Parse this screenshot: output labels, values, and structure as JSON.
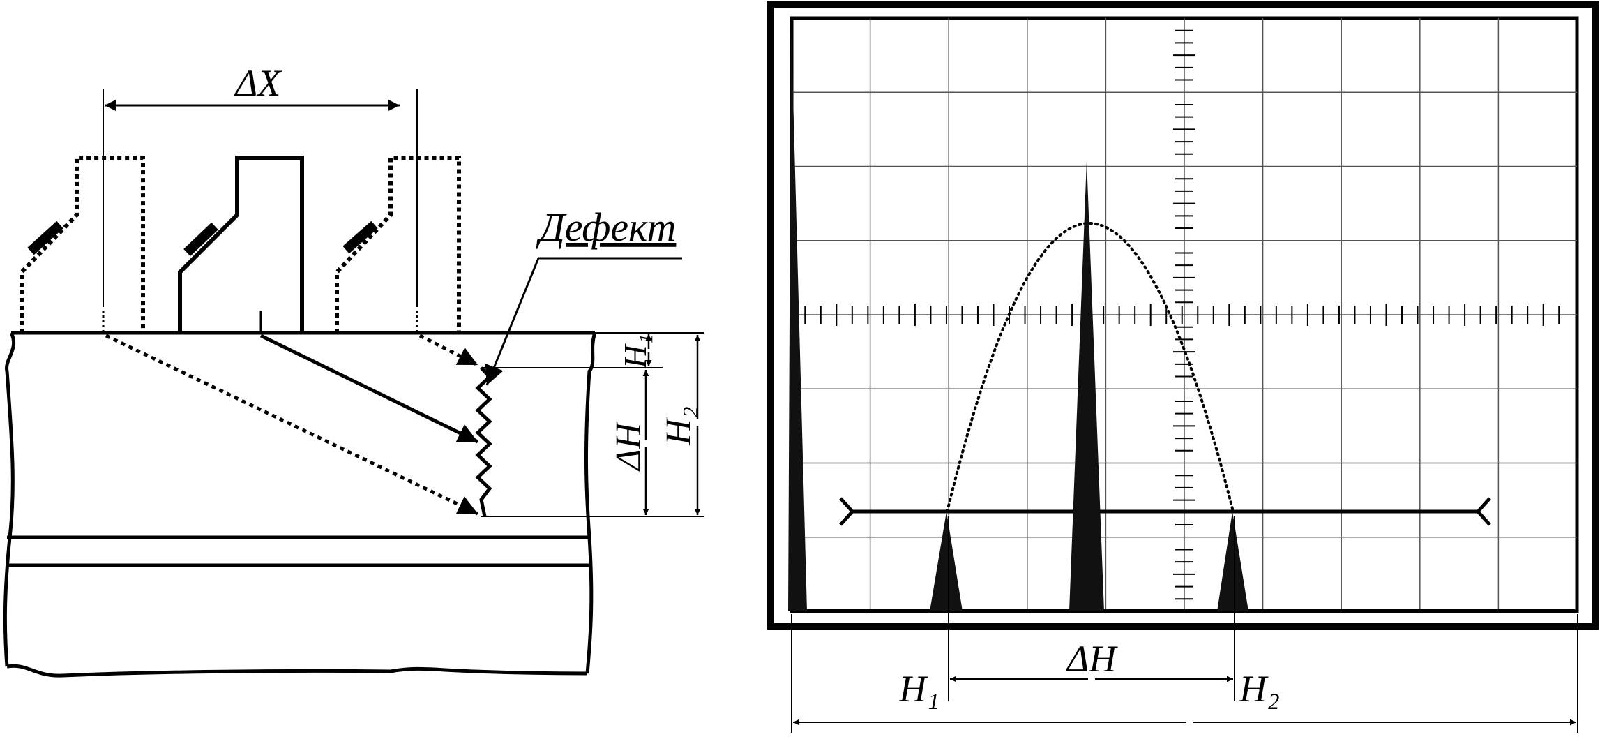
{
  "left_panel": {
    "delta_x_label": "ΔX",
    "defect_label": "Дефект",
    "h1_label": "H₁",
    "delta_h_label": "ΔH",
    "h2_label": "H₂"
  },
  "right_panel": {
    "h1_label": "H₁",
    "delta_h_label": "ΔH",
    "h2_label": "H₂"
  },
  "colors": {
    "ink": "#000000",
    "grid": "#555555",
    "background": "#ffffff"
  }
}
